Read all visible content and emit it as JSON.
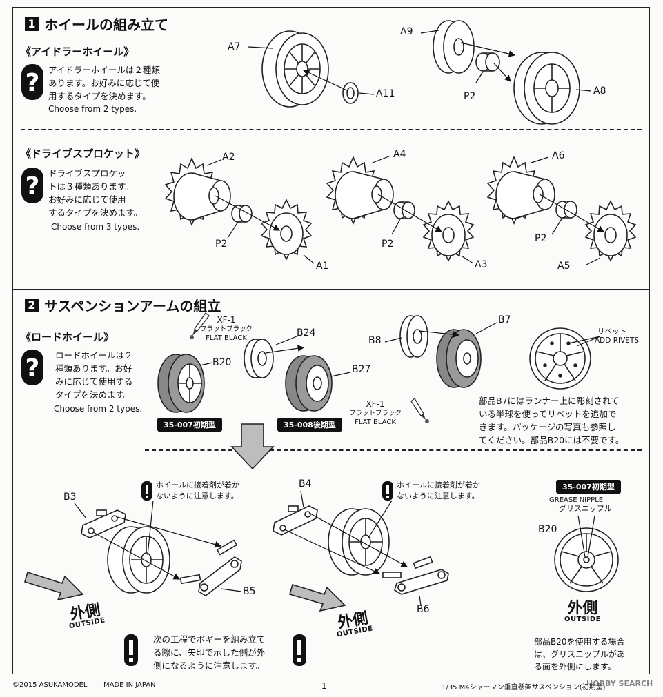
{
  "step1": {
    "number": "1",
    "title": "ホイールの組み立て",
    "idler": {
      "heading": "《アイドラーホイール》",
      "note_lines": [
        "アイドラーホイールは２種類",
        "あります。お好みに応じて使",
        "用するタイプを決めます。"
      ],
      "note_en": "Choose from 2 types.",
      "parts": {
        "a7": "A7",
        "a11": "A11",
        "a9": "A9",
        "p2": "P2",
        "a8": "A8"
      }
    },
    "sprocket": {
      "heading": "《ドライブスプロケット》",
      "note_lines": [
        "ドライブスプロケッ",
        "トは３種類あります。",
        "お好みに応じて使用",
        "するタイプを決めます。"
      ],
      "note_en": "Choose from 3 types.",
      "parts": {
        "a2": "A2",
        "p2a": "P2",
        "a1": "A1",
        "a4": "A4",
        "p2b": "P2",
        "a3": "A3",
        "a6": "A6",
        "p2c": "P2",
        "a5": "A5"
      }
    }
  },
  "step2": {
    "number": "2",
    "title": "サスペンションアームの組立",
    "road": {
      "heading": "《ロードホイール》",
      "note_lines": [
        "ロードホイールは２",
        "種類あります。お好",
        "みに応じて使用する",
        "タイプを決めます。"
      ],
      "note_en": "Choose from 2 types.",
      "paint1": {
        "code": "XF-1",
        "jp": "フラットブラック",
        "en": "FLAT BLACK"
      },
      "paint2": {
        "code": "XF-1",
        "jp": "フラットブラック",
        "en": "FLAT BLACK"
      },
      "parts": {
        "b20": "B20",
        "b24": "B24",
        "b27": "B27",
        "b8": "B8",
        "b7": "B7"
      },
      "tag_early": "35-007初期型",
      "tag_late": "35-008後期型",
      "rivets_jp": "リベット",
      "rivets_en": "ADD RIVETS",
      "rivet_note": [
        "部品B7にはランナー上に彫刻されて",
        "いる半球を使ってリベットを追加で",
        "きます。パッケージの写真も参照し",
        "てください。部品B20には不要です。"
      ]
    },
    "arm": {
      "caution_left": [
        "ホイールに接着剤が着か",
        "ないように注意します。"
      ],
      "caution_right": [
        "ホイールに接着剤が着か",
        "ないように注意します。"
      ],
      "parts": {
        "b3": "B3",
        "b5": "B5",
        "b4": "B4",
        "b6": "B6"
      },
      "outside_jp": "外側",
      "outside_en": "OUTSIDE",
      "bogie_note": [
        "次の工程でボギーを組み立て",
        "る際に、矢印で示した側が外",
        "側になるように注意します。"
      ]
    },
    "grease": {
      "tag": "35-007初期型",
      "en": "GREASE NIPPLE",
      "jp": "グリスニップル",
      "part": "B20",
      "outside_jp": "外側",
      "outside_en": "OUTSIDE",
      "note": [
        "部品B20を使用する場合",
        "は、グリスニップルがあ",
        "る面を外側にします。"
      ]
    }
  },
  "footer": {
    "copyright": "©2015 ASUKAMODEL",
    "made_in": "MADE IN JAPAN",
    "page": "1",
    "product": "1/35 M4シャーマン垂直懸架サスペンション(初期型)",
    "watermark": "HOBBY SEARCH"
  }
}
